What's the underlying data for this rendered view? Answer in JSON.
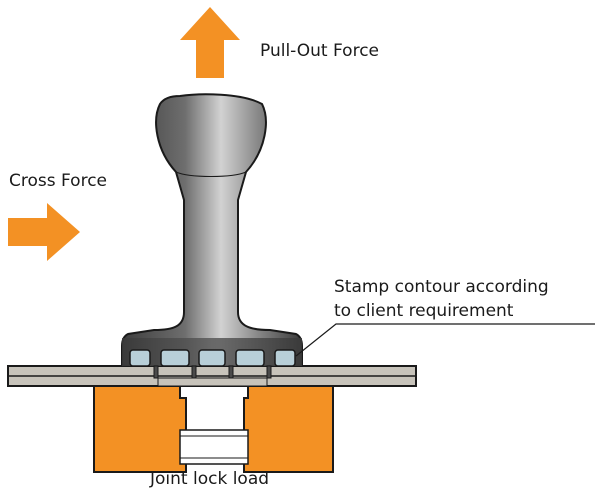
{
  "labels": {
    "pull_out_force": "Pull-Out Force",
    "cross_force": "Cross Force",
    "stamp_contour_line1": "Stamp contour according",
    "stamp_contour_line2": "to client requirement",
    "joint_lock_load": "Joint lock load"
  },
  "colors": {
    "arrow_orange": "#f39124",
    "block_orange": "#f39124",
    "stud_dark": "#4a4a4a",
    "stud_highlight": "#c9c9c9",
    "cavity_blue": "#b8cfd8",
    "sheet_gray": "#c7c3ba",
    "outline": "#1a1a1a"
  },
  "icons": {
    "pull_arrow": "arrow-up-icon",
    "cross_arrow": "arrow-right-icon"
  }
}
